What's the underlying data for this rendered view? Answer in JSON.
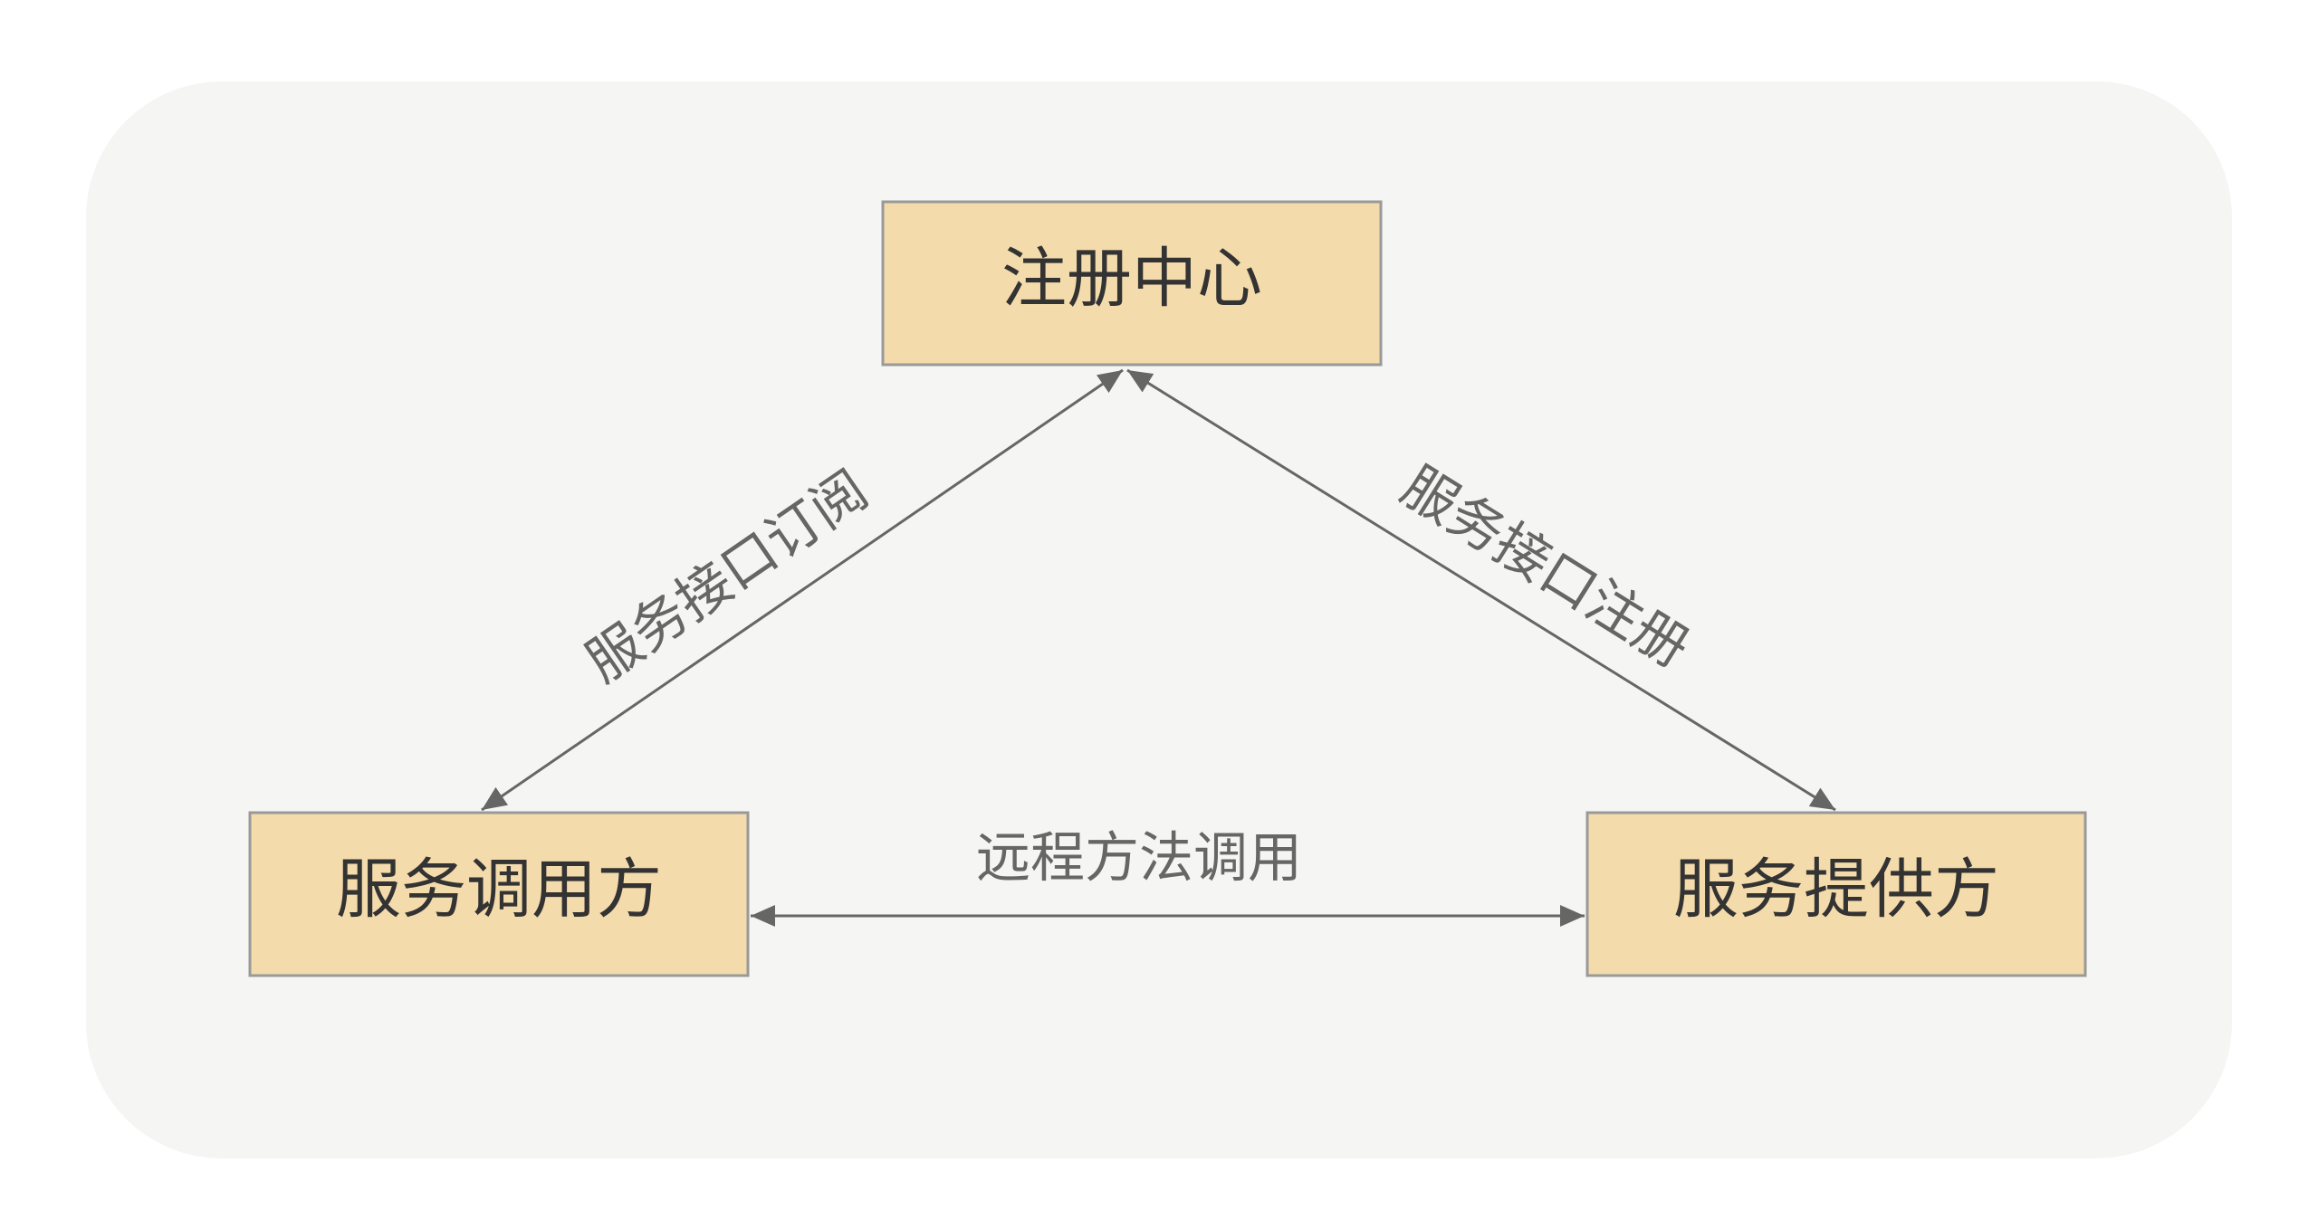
{
  "nodes": {
    "registry": {
      "label": "注册中心"
    },
    "consumer": {
      "label": "服务调用方"
    },
    "provider": {
      "label": "服务提供方"
    }
  },
  "edges": {
    "subscribe": {
      "label": "服务接口订阅"
    },
    "register": {
      "label": "服务接口注册"
    },
    "rpc": {
      "label": "远程方法调用"
    }
  },
  "colors": {
    "panel": "#f5f5f4",
    "node_fill": "#f4dbab",
    "node_stroke": "#999999",
    "edge": "#666666",
    "node_text": "#333333",
    "edge_text": "#666666"
  }
}
